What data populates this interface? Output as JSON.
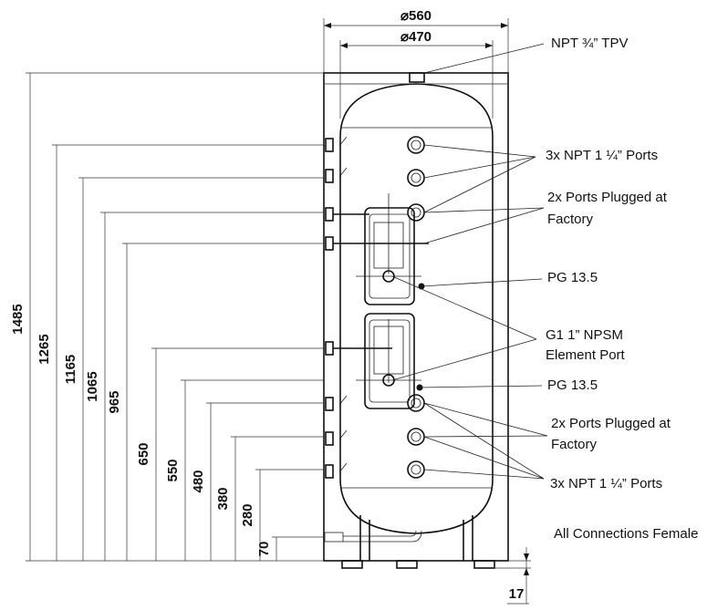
{
  "dimensions": {
    "outer_diameter": "⌀560",
    "inner_diameter": "⌀470",
    "heights": [
      "1485",
      "1265",
      "1165",
      "1065",
      "965",
      "650",
      "550",
      "480",
      "380",
      "280",
      "70"
    ],
    "foot": "17"
  },
  "callouts": {
    "tpv": "NPT ¾” TPV",
    "top_ports": "3x NPT 1 ¼” Ports",
    "top_plugged_1": "2x Ports Plugged at",
    "top_plugged_2": "Factory",
    "pg_top": "PG 13.5",
    "element_1": "G1 1” NPSM",
    "element_2": "Element Port",
    "pg_bottom": "PG 13.5",
    "bottom_plugged_1": "2x Ports Plugged at",
    "bottom_plugged_2": "Factory",
    "bottom_ports": "3x NPT 1 ¼” Ports",
    "all_connections": "All Connections Female"
  }
}
